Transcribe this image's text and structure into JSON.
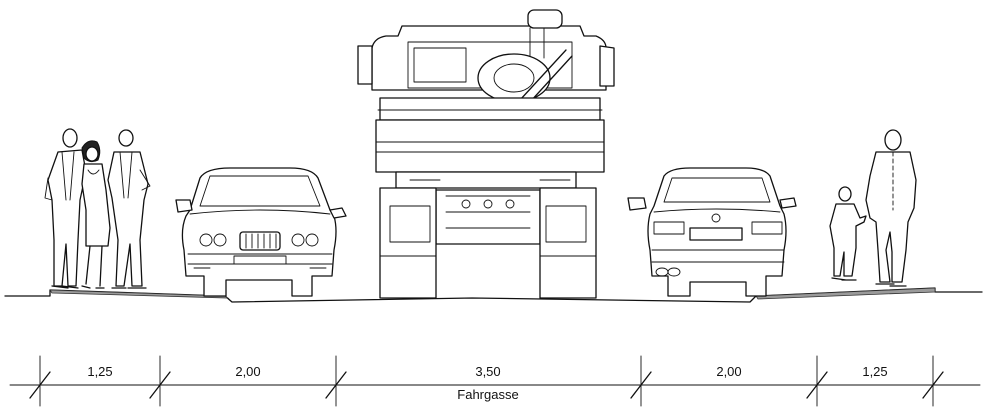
{
  "dimensions": {
    "segments": [
      {
        "value": "1,25",
        "sub": ""
      },
      {
        "value": "2,00",
        "sub": ""
      },
      {
        "value": "3,50",
        "sub": "Fahrgasse"
      },
      {
        "value": "2,00",
        "sub": ""
      },
      {
        "value": "1,25",
        "sub": ""
      }
    ]
  }
}
